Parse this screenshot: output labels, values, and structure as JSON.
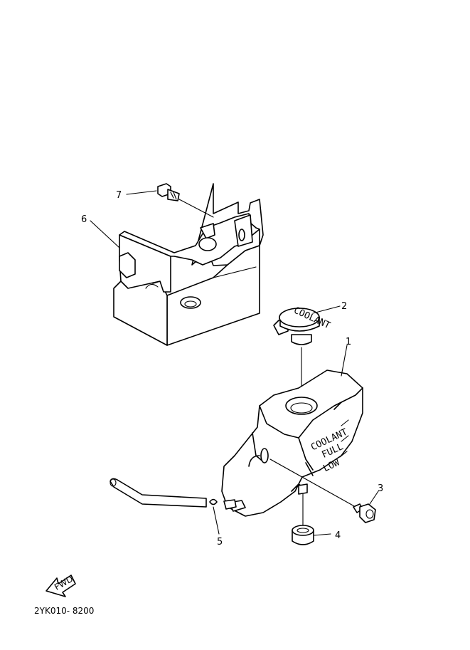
{
  "callouts": {
    "p1": "1",
    "p2": "2",
    "p3": "3",
    "p4": "4",
    "p5": "5",
    "p6": "6",
    "p7": "7"
  },
  "tank_markings": {
    "coolant": "COOLANT",
    "full": "FULL",
    "low": "LOW"
  },
  "cap_marking": "COOLANT",
  "fwd_arrow_label": "FWD",
  "diagram_code": "2YK010- 8200"
}
